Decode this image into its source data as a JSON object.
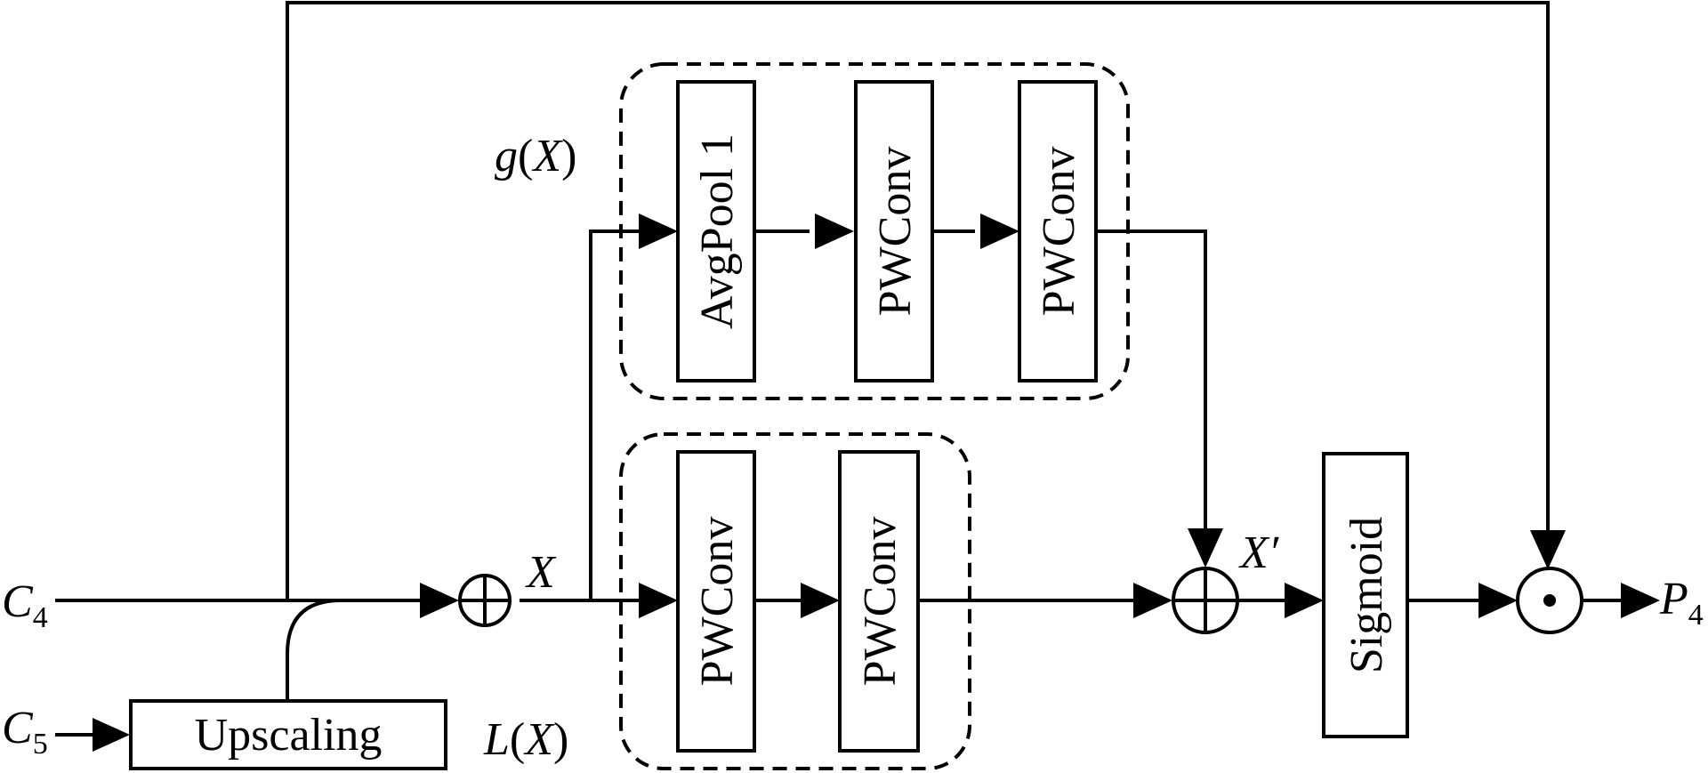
{
  "inputs": {
    "c4": {
      "main": "C",
      "sub": "4"
    },
    "c5": {
      "main": "C",
      "sub": "5"
    }
  },
  "output": {
    "main": "P",
    "sub": "4"
  },
  "blocks": {
    "upscaling": "Upscaling",
    "avgpool": "AvgPool 1",
    "global_pwconv_1": "PWConv",
    "global_pwconv_2": "PWConv",
    "local_pwconv_1": "PWConv",
    "local_pwconv_2": "PWConv",
    "sigmoid": "Sigmoid"
  },
  "labels": {
    "x": "X",
    "x_prime": "X′",
    "global_context": {
      "fn": "g",
      "open": "(",
      "arg": "X",
      "close": ")"
    },
    "local_context": {
      "fn": "L",
      "open": "(",
      "arg": "X",
      "close": ")"
    }
  }
}
